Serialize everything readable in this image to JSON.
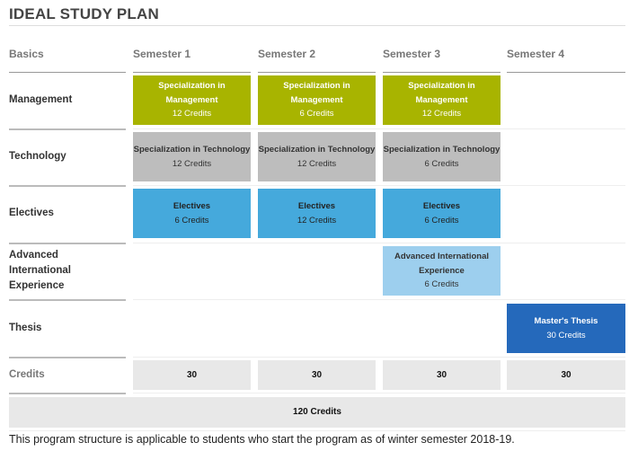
{
  "title": "IDEAL STUDY PLAN",
  "headers": [
    "Basics",
    "Semester 1",
    "Semester 2",
    "Semester 3",
    "Semester 4"
  ],
  "rows": [
    "Management",
    "Technology",
    "Electives",
    "Advanced International Experience",
    "Thesis",
    "Credits"
  ],
  "cells": {
    "mgmt": [
      {
        "name": "Specialization in Management",
        "credits": "12 Credits"
      },
      {
        "name": "Specialization in Management",
        "credits": "6 Credits"
      },
      {
        "name": "Specialization in Management",
        "credits": "12 Credits"
      }
    ],
    "tech": [
      {
        "name": "Specialization in Technology",
        "credits": "12 Credits"
      },
      {
        "name": "Specialization in Technology",
        "credits": "12 Credits"
      },
      {
        "name": "Specialization in Technology",
        "credits": "6 Credits"
      }
    ],
    "elec": [
      {
        "name": "Electives",
        "credits": "6 Credits"
      },
      {
        "name": "Electives",
        "credits": "12 Credits"
      },
      {
        "name": "Electives",
        "credits": "6 Credits"
      }
    ],
    "aie": {
      "name": "Advanced International Experience",
      "credits": "6 Credits"
    },
    "thesis": {
      "name": "Master's Thesis",
      "credits": "30 Credits"
    }
  },
  "semester_credits": [
    "30",
    "30",
    "30",
    "30"
  ],
  "total": "120 Credits",
  "footnote": "This program structure is applicable to students who start the program as of winter semester 2018-19.",
  "colors": {
    "management": "#a8b400",
    "technology": "#bdbdbd",
    "electives": "#45a9dc",
    "international": "#9dcfee",
    "thesis": "#2569bb"
  }
}
